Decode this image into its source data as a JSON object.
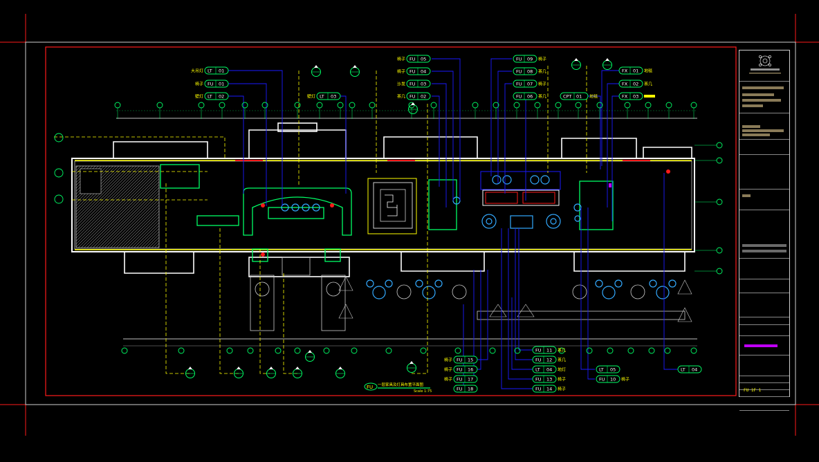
{
  "colors": {
    "background": "#000000",
    "wall": "#ffffff",
    "callout": "#1a1aff",
    "label_text": "#ffff00",
    "marker": "#00ff66",
    "dashed_yellow": "#ffff00",
    "red_frame": "#ff1a1a",
    "magenta": "#c000ff",
    "furniture": "#00ffff",
    "brand_gold": "#8a7b58"
  },
  "callouts_top": [
    {
      "cn": "大吊灯",
      "code": "LT",
      "num": "01"
    },
    {
      "cn": "椅子",
      "code": "FU",
      "num": "01"
    },
    {
      "cn": "壁灯",
      "code": "LT",
      "num": "02"
    },
    {
      "cn": "壁灯",
      "code": "LT",
      "num": "03"
    },
    {
      "cn": "椅子",
      "code": "FU",
      "num": "05"
    },
    {
      "cn": "椅子",
      "code": "FU",
      "num": "04"
    },
    {
      "cn": "沙发",
      "code": "FU",
      "num": "03"
    },
    {
      "cn": "茶几",
      "code": "FU",
      "num": "02"
    },
    {
      "cn": "椅子",
      "code": "FU",
      "num": "09"
    },
    {
      "cn": "茶几",
      "code": "FU",
      "num": "08"
    },
    {
      "cn": "椅子",
      "code": "FU",
      "num": "07"
    },
    {
      "cn": "茶几",
      "code": "FU",
      "num": "06"
    },
    {
      "cn": "地毯",
      "code": "CPT",
      "num": "01"
    }
  ],
  "callouts_right_top": [
    {
      "cn": "地毯",
      "code": "FX",
      "num": "01"
    },
    {
      "cn": "茶几",
      "code": "FX",
      "num": "02"
    },
    {
      "cn": "",
      "code": "FX",
      "num": "03"
    }
  ],
  "callouts_bottom": [
    {
      "cn": "椅子",
      "code": "FU",
      "num": "15"
    },
    {
      "cn": "椅子",
      "code": "FU",
      "num": "16"
    },
    {
      "cn": "椅子",
      "code": "FU",
      "num": "17"
    },
    {
      "cn": "",
      "code": "FU",
      "num": "18"
    },
    {
      "cn": "茶几",
      "code": "FU",
      "num": "11"
    },
    {
      "cn": "茶几",
      "code": "FU",
      "num": "12"
    },
    {
      "cn": "地灯",
      "code": "LT",
      "num": "04"
    },
    {
      "cn": "椅子",
      "code": "FU",
      "num": "13"
    },
    {
      "cn": "椅子",
      "code": "FU",
      "num": "14"
    },
    {
      "cn": "",
      "code": "LT",
      "num": "05"
    },
    {
      "cn": "椅子",
      "code": "FU",
      "num": "10"
    },
    {
      "cn": "",
      "code": "LT",
      "num": "04"
    }
  ],
  "drawing": {
    "title_badge": "FU",
    "title": "一层家具及灯具布置平面图",
    "scale": "Scale 1:75"
  },
  "title_block": {
    "footer_code": "FU 1F 1"
  }
}
